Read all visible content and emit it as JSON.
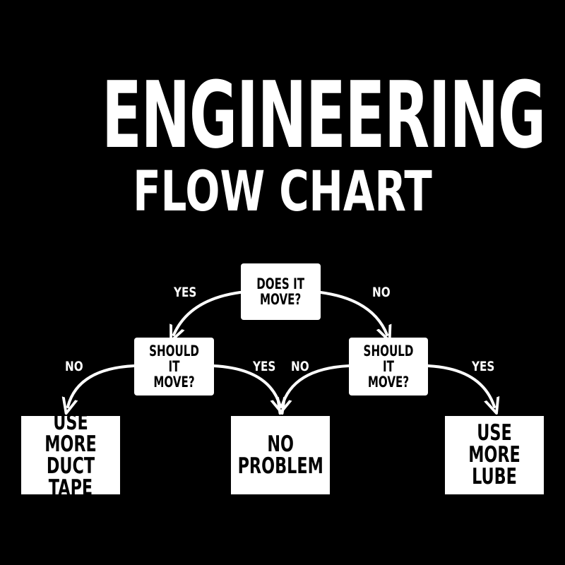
{
  "title": {
    "main": "ENGINEERING",
    "sub": "FLOW CHART"
  },
  "nodes": {
    "root": "DOES IT\nMOVE?",
    "left_question": "SHOULD IT\nMOVE?",
    "right_question": "SHOULD IT\nMOVE?",
    "result_duct_tape": "USE MORE\nDUCT TAPE",
    "result_no_problem": "NO\nPROBLEM",
    "result_lube": "USE MORE\nLUBE"
  },
  "edges": {
    "root_yes": "YES",
    "root_no": "NO",
    "left_no": "NO",
    "left_yes": "YES",
    "right_no": "NO",
    "right_yes": "YES"
  },
  "colors": {
    "background": "#000000",
    "foreground": "#ffffff",
    "box_text": "#000000"
  }
}
